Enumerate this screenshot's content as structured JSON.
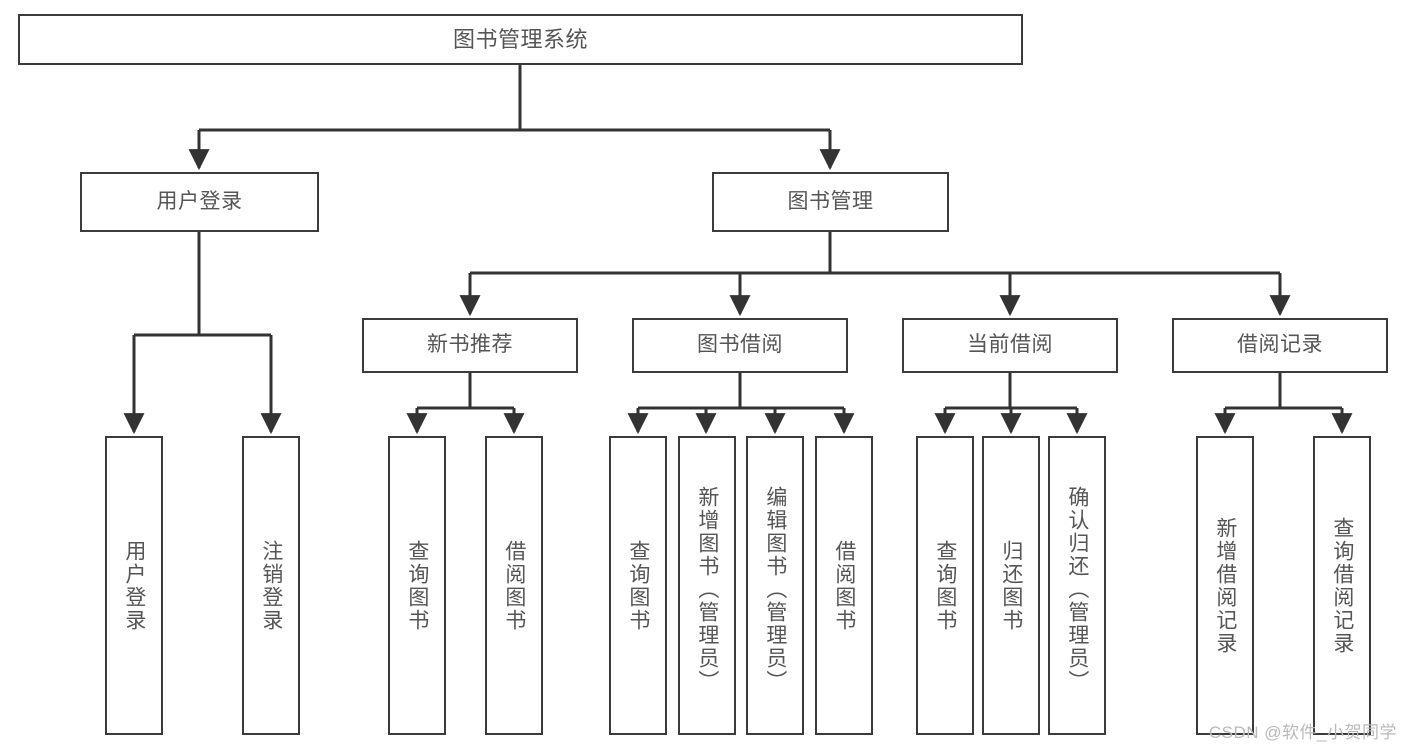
{
  "diagram": {
    "type": "tree-hierarchy-chart",
    "title": "图书管理系统",
    "watermark": "CSDN @软件_小贺同学",
    "colors": {
      "box_border": "#3b3b3b",
      "box_fill": "#ffffff",
      "connector": "#333333",
      "text": "#555555",
      "watermark": "#b9b9b9",
      "background": "#ffffff"
    },
    "root": {
      "label": "图书管理系统"
    },
    "level_two": [
      {
        "label": "用户登录"
      },
      {
        "label": "图书管理"
      }
    ],
    "level_three": [
      {
        "label": "新书推荐"
      },
      {
        "label": "图书借阅"
      },
      {
        "label": "当前借阅"
      },
      {
        "label": "借阅记录"
      }
    ],
    "leaves": {
      "user_login": [
        {
          "label": "用户登录"
        },
        {
          "label": "注销登录"
        }
      ],
      "new_book_recommend": [
        {
          "label": "查询图书"
        },
        {
          "label": "借阅图书"
        }
      ],
      "book_borrow": [
        {
          "label": "查询图书"
        },
        {
          "label": "新增图书（管理员）"
        },
        {
          "label": "编辑图书（管理员）"
        },
        {
          "label": "借阅图书"
        }
      ],
      "current_borrow": [
        {
          "label": "查询图书"
        },
        {
          "label": "归还图书"
        },
        {
          "label": "确认归还（管理员）"
        }
      ],
      "borrow_records": [
        {
          "label": "新增借阅记录"
        },
        {
          "label": "查询借阅记录"
        }
      ]
    }
  }
}
